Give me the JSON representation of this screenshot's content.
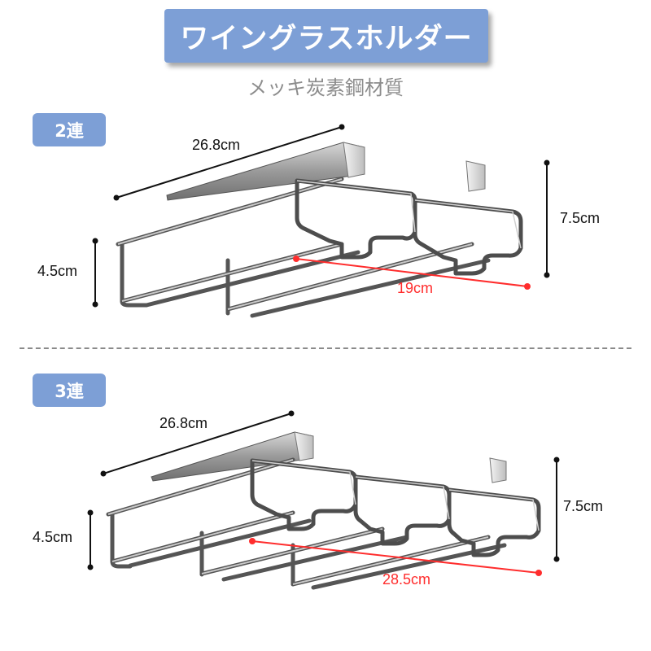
{
  "header": {
    "title": "ワイングラスホルダー",
    "subtitle": "メッキ炭素鋼材質"
  },
  "sections": [
    {
      "badge": "2連",
      "dimensions": {
        "length": "26.8cm",
        "height": "7.5cm",
        "hook_depth": "4.5cm",
        "width": "19cm"
      }
    },
    {
      "badge": "3連",
      "dimensions": {
        "length": "26.8cm",
        "height": "7.5cm",
        "hook_depth": "4.5cm",
        "width": "28.5cm"
      }
    }
  ],
  "colors": {
    "banner": "#7d9fd6",
    "width_line": "#ff2d2d",
    "dimension_line": "#111111"
  }
}
